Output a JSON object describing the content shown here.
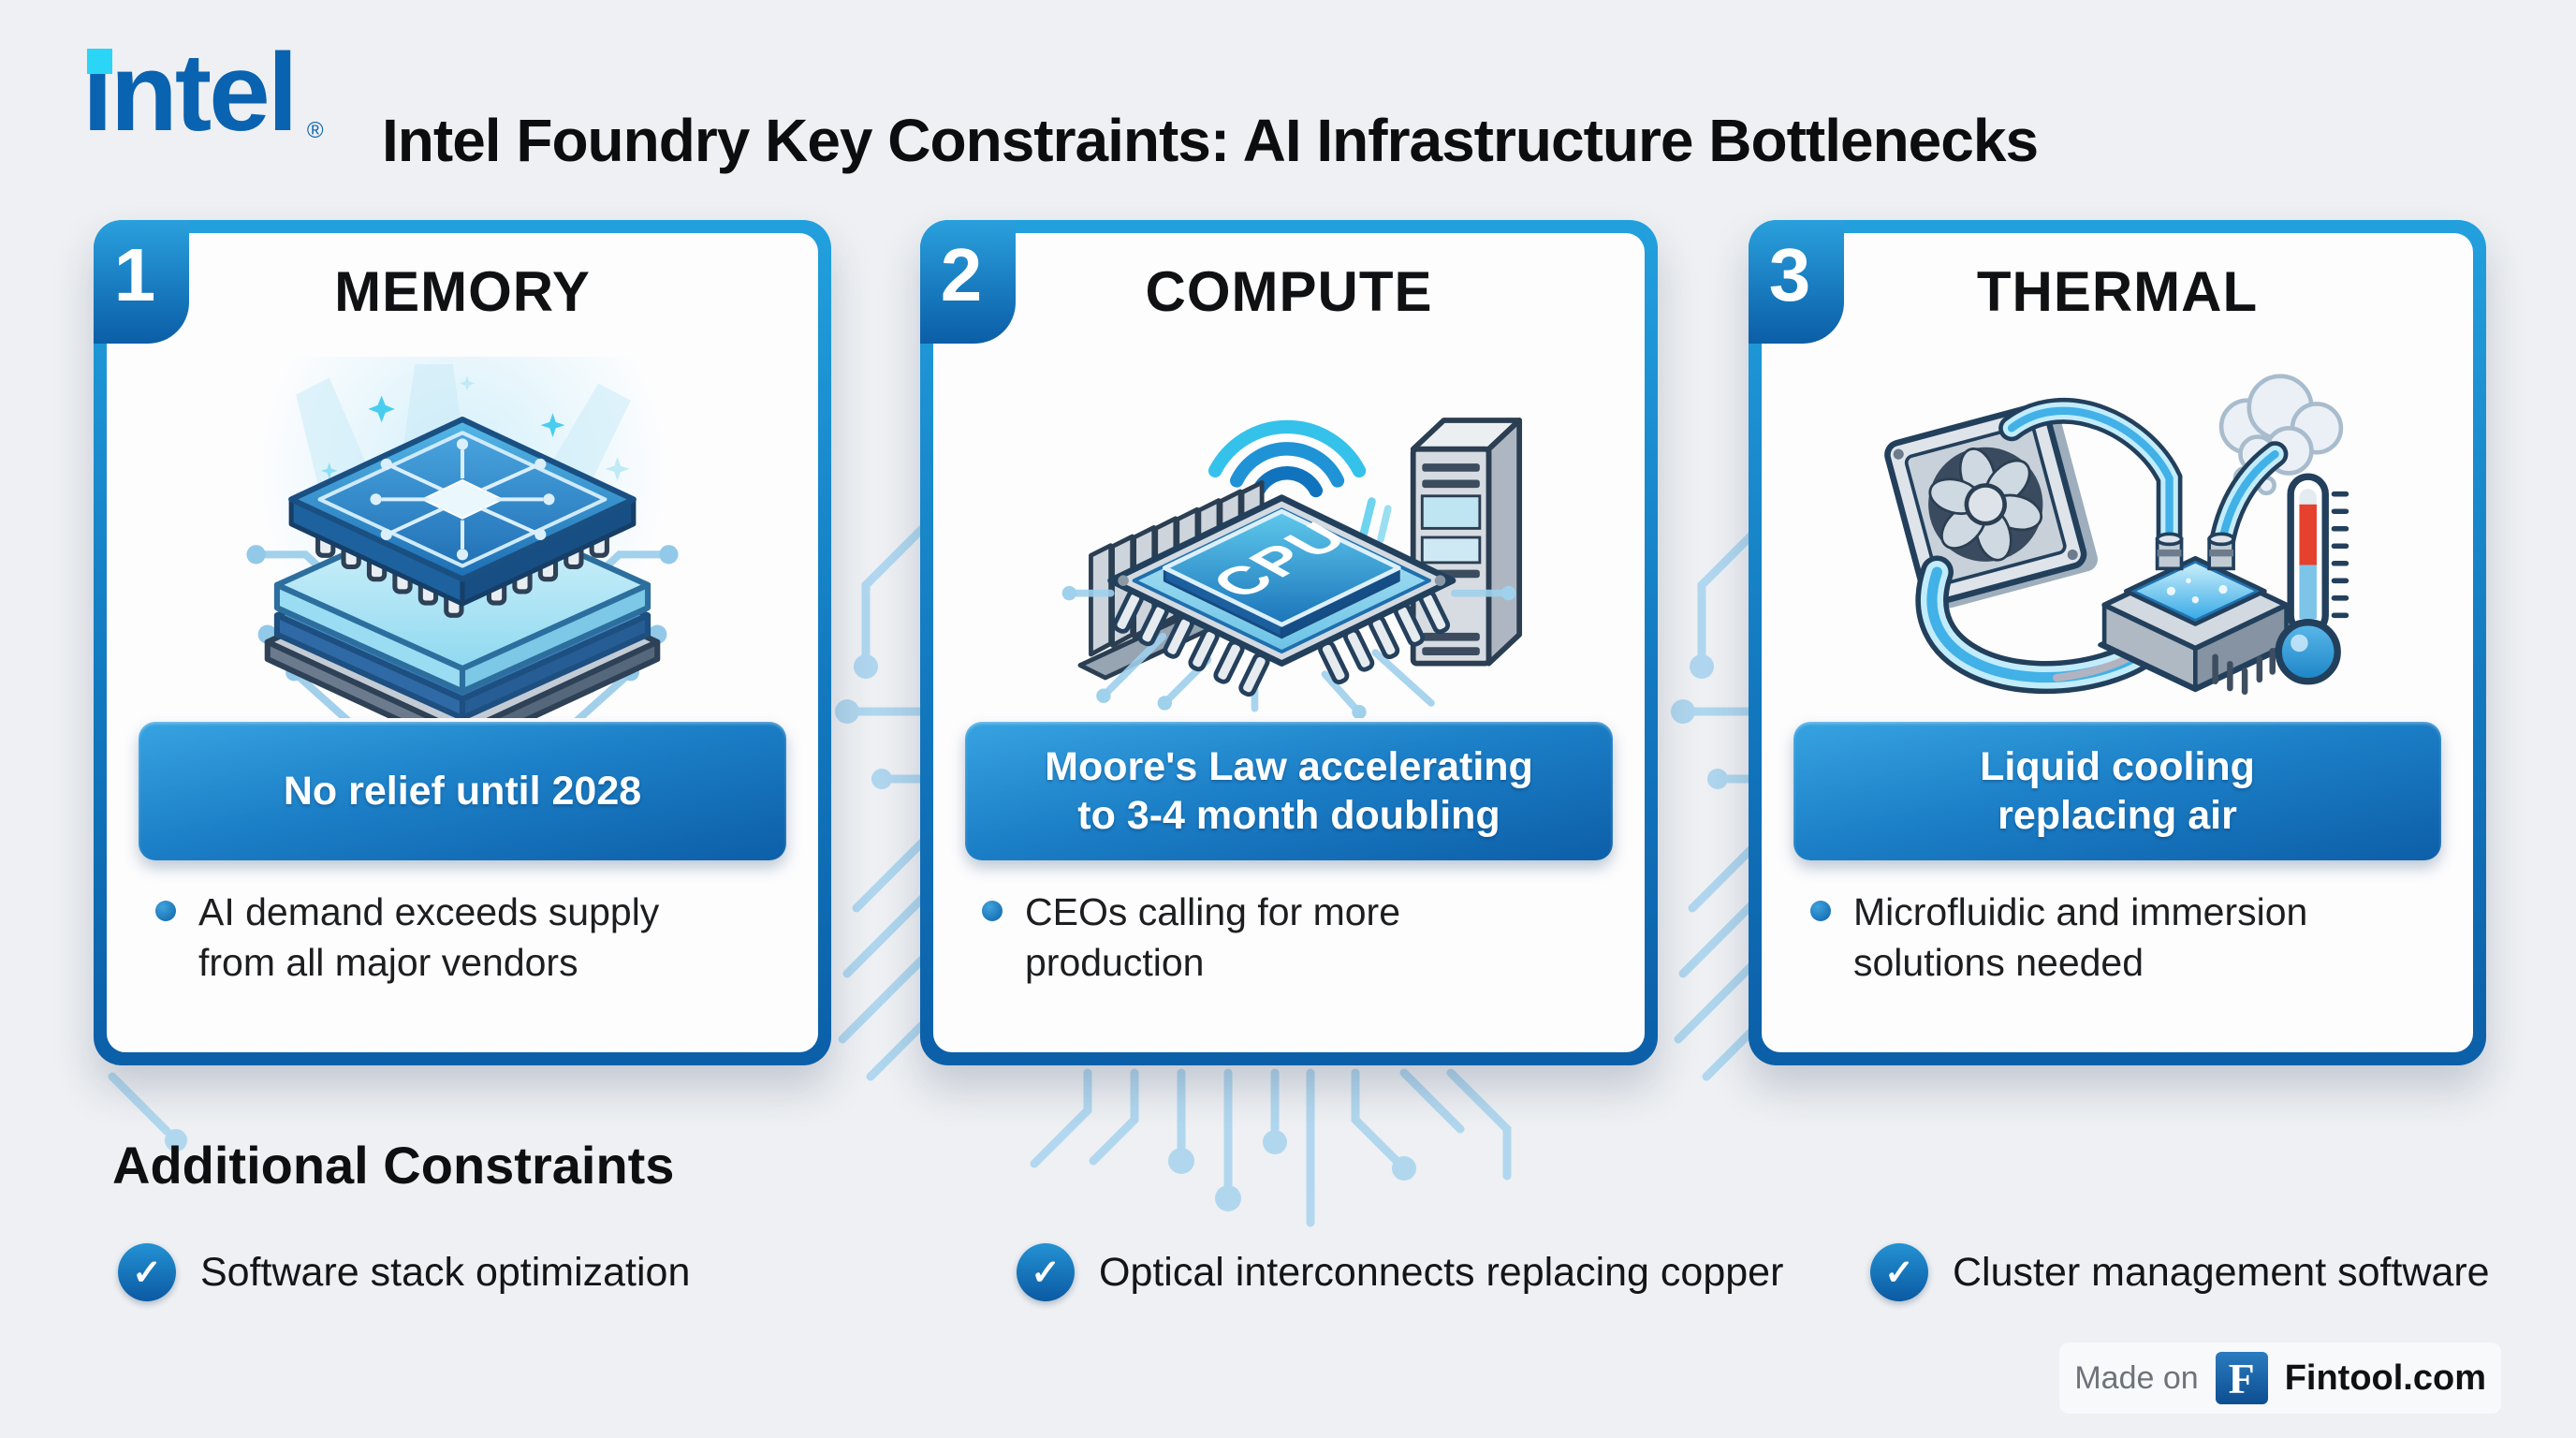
{
  "header": {
    "logo_text": "intel",
    "logo_registered": "®",
    "title": "Intel Foundry Key Constraints: AI Infrastructure Bottlenecks"
  },
  "cards": [
    {
      "number": "1",
      "title": "MEMORY",
      "icon": "memory-chip-stack",
      "banner": "No relief until 2028",
      "bullet": "AI demand exceeds supply\nfrom all major vendors"
    },
    {
      "number": "2",
      "title": "COMPUTE",
      "icon": "cpu-chip-network",
      "banner": "Moore's Law accelerating\nto 3-4 month doubling",
      "bullet": "CEOs calling for more\nproduction"
    },
    {
      "number": "3",
      "title": "THERMAL",
      "icon": "liquid-cooling-system",
      "banner": "Liquid cooling\nreplacing air",
      "bullet": "Microfluidic and immersion\nsolutions needed"
    }
  ],
  "additional": {
    "heading": "Additional Constraints",
    "items": [
      "Software stack optimization",
      "Optical interconnects replacing copper",
      "Cluster management software"
    ]
  },
  "footer": {
    "made_on": "Made on",
    "brand_initial": "F",
    "brand": "Fintool.com"
  },
  "colors": {
    "background": "#eef0f3",
    "card_gradient_top": "#22a0dd",
    "card_gradient_bottom": "#0b5fa8",
    "intel_blue": "#0a63b0",
    "intel_dot_cyan": "#2bd5f5",
    "title_text": "#0c0d0e",
    "circuit_trace": "#a9d4ee",
    "check_white": "#ffffff"
  }
}
